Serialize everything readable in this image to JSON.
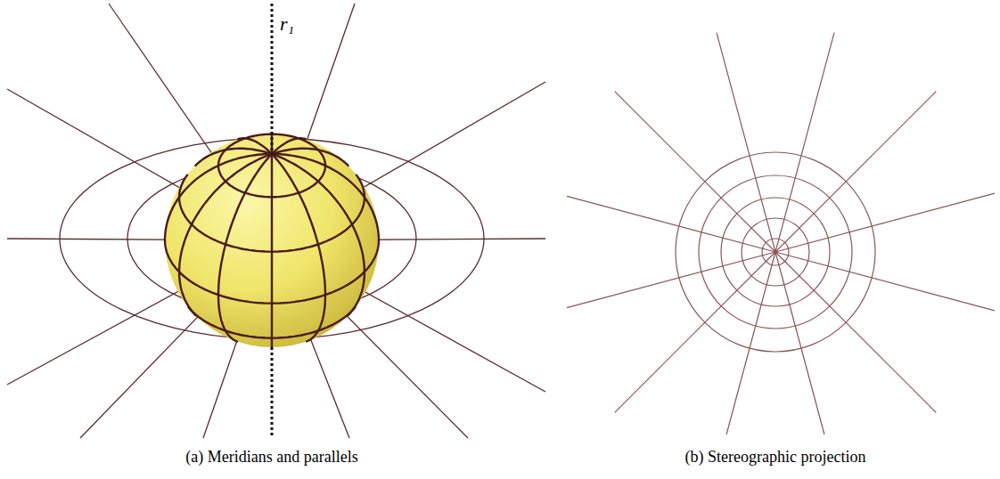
{
  "diagram": {
    "labels": [
      "r₁",
      "(a) Meridians and parallels",
      "(b) Stereographic projection"
    ]
  }
}
